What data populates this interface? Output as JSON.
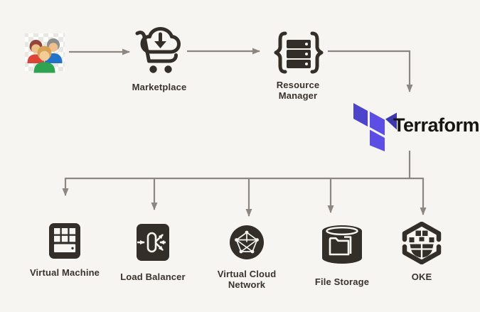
{
  "title": "Marketplace to Terraform provisioning flow diagram",
  "colors": {
    "background": "#f7f5f1",
    "connector": "#8d8781",
    "icon_dark": "#332e28",
    "label_text": "#3a332d",
    "terraform_light": "#5c4ee5",
    "terraform_mid": "#4c45cc",
    "terraform_dark": "#3d37ae",
    "terraform_text": "#171512",
    "users_red": "#dc4437",
    "users_blue": "#2173c9",
    "users_green": "#2ea350",
    "users_skin": "#eec18c"
  },
  "nodes": {
    "users": {
      "icon": "users-icon",
      "label": ""
    },
    "marketplace": {
      "icon": "marketplace-cart-icon",
      "label": "Marketplace"
    },
    "resource_manager": {
      "icon": "resource-manager-icon",
      "label": "Resource Manager"
    },
    "terraform": {
      "icon": "terraform-logo",
      "label": "Terraform"
    },
    "virtual_machine": {
      "icon": "virtual-machine-icon",
      "label": "Virtual Machine"
    },
    "load_balancer": {
      "icon": "load-balancer-icon",
      "label": "Load Balancer"
    },
    "virtual_cloud_network": {
      "icon": "virtual-cloud-network-icon",
      "label": "Virtual Cloud Network"
    },
    "file_storage": {
      "icon": "file-storage-icon",
      "label": "File Storage"
    },
    "oke": {
      "icon": "oke-icon",
      "label": "OKE"
    }
  },
  "edges": [
    {
      "from": "users",
      "to": "marketplace"
    },
    {
      "from": "marketplace",
      "to": "resource_manager"
    },
    {
      "from": "resource_manager",
      "to": "terraform"
    },
    {
      "from": "terraform",
      "to": "virtual_machine"
    },
    {
      "from": "terraform",
      "to": "load_balancer"
    },
    {
      "from": "terraform",
      "to": "virtual_cloud_network"
    },
    {
      "from": "terraform",
      "to": "file_storage"
    },
    {
      "from": "terraform",
      "to": "oke"
    }
  ]
}
